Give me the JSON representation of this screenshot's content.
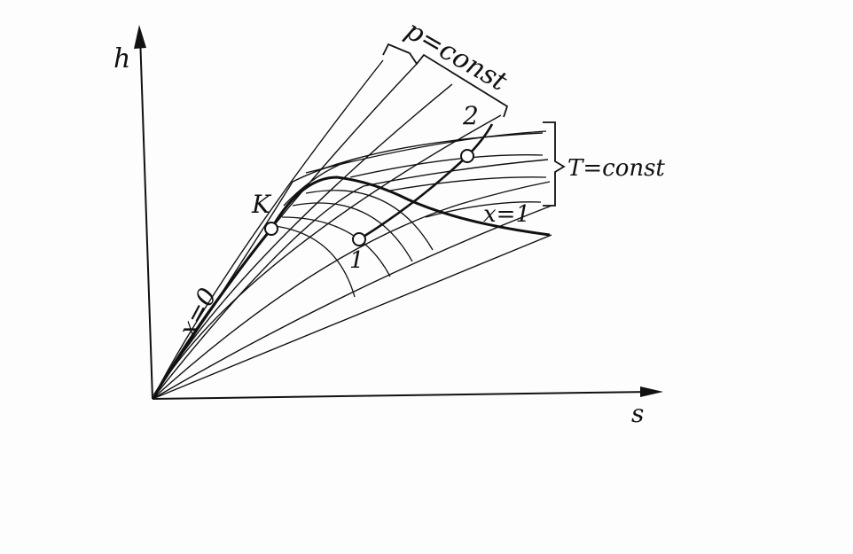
{
  "axes": {
    "y_label": "h",
    "x_label": "s"
  },
  "labels": {
    "pressure_isobars": "p=const",
    "temperature_isotherms": "T=const",
    "critical_point": "K",
    "saturated_liquid": "x=0",
    "saturated_vapor": "x=1",
    "state_1": "1",
    "state_2": "2"
  },
  "colors": {
    "ink": "#111111",
    "paper": "#fdfdfd"
  }
}
